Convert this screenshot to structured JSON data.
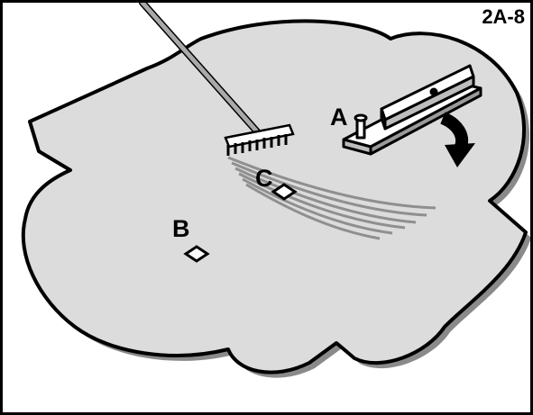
{
  "figure": {
    "id_label": "2A-8"
  },
  "labels": {
    "a": "A",
    "b": "B",
    "c": "C"
  },
  "colors": {
    "surface": "#dcdcdc",
    "shadow": "#8a8a8a",
    "outline": "#000000",
    "rake_handle": "#a9a9a9",
    "lines": "#8f8f8f",
    "tool": "#ffffff"
  }
}
